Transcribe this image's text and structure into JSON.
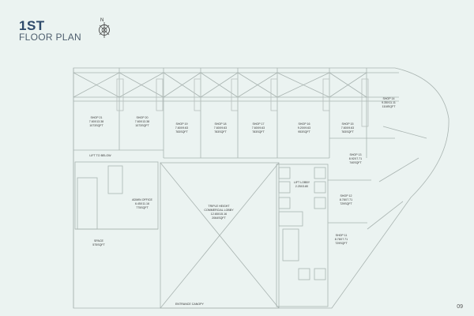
{
  "header": {
    "title_line1": "1ST",
    "title_line2": "FLOOR PLAN"
  },
  "compass": {
    "icon": "north-arrow-compass-icon",
    "label": "N"
  },
  "rooms": {
    "shops_top": [
      {
        "name": "SHOP 21",
        "dims": "7.60X13.38",
        "area": "1073SQFT"
      },
      {
        "name": "SHOP 20",
        "dims": "7.60X13.38",
        "area": "1073SQFT"
      },
      {
        "name": "SHOP 19",
        "dims": "7.60X9.63",
        "area": "783SQFT"
      },
      {
        "name": "SHOP 18",
        "dims": "7.60X9.63",
        "area": "783SQFT"
      },
      {
        "name": "SHOP 17",
        "dims": "7.60X9.63",
        "area": "783SQFT"
      },
      {
        "name": "SHOP 16",
        "dims": "9.20X9.63",
        "area": "953SQFT"
      },
      {
        "name": "SHOP 15",
        "dims": "7.60X9.63",
        "area": "783SQFT"
      },
      {
        "name": "SHOP 14",
        "dims": "9.35X11.11",
        "area": "1118SQFT"
      }
    ],
    "shops_right": [
      {
        "name": "SHOP 13",
        "dims": "8.92X7.71",
        "area": "740SQFT"
      },
      {
        "name": "SHOP 12",
        "dims": "8.78X7.71",
        "area": "729SQFT"
      },
      {
        "name": "SHOP 11",
        "dims": "8.78X7.71",
        "area": "729SQFT"
      }
    ],
    "lobby": {
      "name": "TRIPLE HEIGHT",
      "name2": "COMMERCIAL LOBBY",
      "dims": "12.65X15.16",
      "area": "2064SQFT"
    },
    "admin_office": {
      "name": "ADMIN OFFICE",
      "dims": "6.45X11.16",
      "area": "775SQFT"
    },
    "space_bottom_left": {
      "name": "SPACE",
      "area": "575SQFT"
    },
    "lift_label": "LIFT",
    "lift_lobby": "LIFT LOBBY",
    "lift_lobby_dims": "2.25X3.80",
    "entrance": "ENTRANCE CANOPY",
    "lift_top_left": "LIFT TO BELOW"
  },
  "footer": {
    "page_number": "09"
  }
}
